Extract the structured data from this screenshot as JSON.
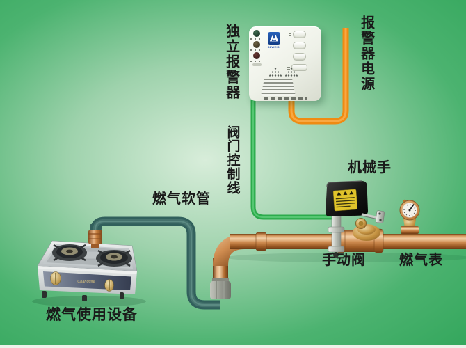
{
  "diagram": {
    "labels": {
      "alarm": "独立报警器",
      "alarm_power": "报警器电源",
      "valve_control_line": "阀门控制线",
      "gas_hose": "燃气软管",
      "manipulator": "机械手",
      "manual_valve": "手动阀",
      "gas_meter": "燃气表",
      "gas_appliance": "燃气使用设备"
    },
    "alarm_device": {
      "brand": "SZWEISI"
    },
    "stove": {
      "brand": "Changdire"
    },
    "colors": {
      "background_light": "#d8edda",
      "background_dark": "#27a052",
      "power_wire": "#f0901c",
      "control_wire": "#2cab4c",
      "gas_hose": "#31605c",
      "copper_pipe": "#c9804a",
      "warning_label": "#e0c32b",
      "label_text": "#1a1a1a"
    }
  }
}
